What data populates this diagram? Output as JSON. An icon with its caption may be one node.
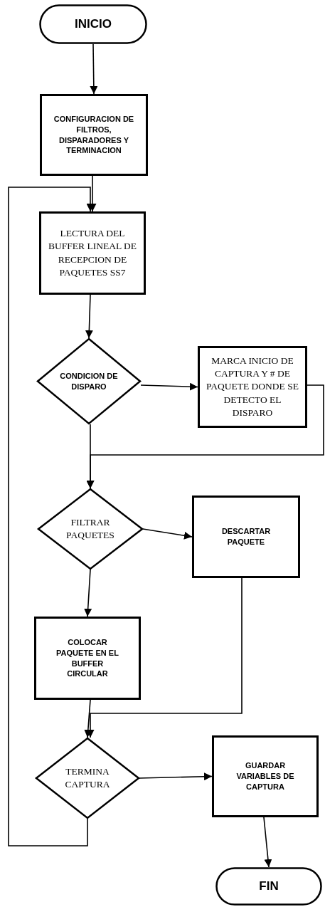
{
  "diagram": {
    "nodes": [
      {
        "text": [
          "INICIO"
        ]
      },
      {
        "text": [
          "CONFIGURACION DE FILTROS, DISPARADORES Y TERMINACION"
        ]
      },
      {
        "text": [
          "LECTURA DEL BUFFER LINEAL DE RECEPCION DE PAQUETES SS7"
        ]
      },
      {
        "text": [
          "CONDICION DE DISPARO"
        ]
      },
      {
        "text": [
          "MARCA INICIO DE CAPTURA Y # DE PAQUETE DONDE SE DETECTO EL DISPARO"
        ]
      },
      {
        "text": [
          "FILTRAR PAQUETES"
        ]
      },
      {
        "text": [
          "DESCARTAR PAQUETE"
        ]
      },
      {
        "text": [
          "COLOCAR PAQUETE EN EL BUFFER CIRCULAR"
        ]
      },
      {
        "text": [
          "TERMINA CAPTURA"
        ]
      },
      {
        "text": [
          "GUARDAR VARIABLES DE CAPTURA"
        ]
      },
      {
        "text": [
          "FIN"
        ]
      }
    ],
    "edges": [
      {
        "from": 0,
        "to": 1,
        "arrow": "to"
      },
      {
        "from": 1,
        "to": 2,
        "arrow": "to"
      },
      {
        "from": 2,
        "to": 3,
        "arrow": "to"
      },
      {
        "from": 3,
        "to": 4,
        "arrow": "to"
      },
      {
        "from": 4,
        "to": 5,
        "arrow": "to"
      },
      {
        "from": 3,
        "to": 5,
        "arrow": "to"
      },
      {
        "from": 5,
        "to": 6,
        "arrow": "to"
      },
      {
        "from": 5,
        "to": 7,
        "arrow": "to"
      },
      {
        "from": 6,
        "to": 8,
        "arrow": "to"
      },
      {
        "from": 7,
        "to": 8,
        "arrow": "to"
      },
      {
        "from": 8,
        "to": 9,
        "arrow": "to"
      },
      {
        "from": 9,
        "to": 10,
        "arrow": "to"
      },
      {
        "from": 8,
        "to": 2,
        "arrow": "to"
      }
    ]
  }
}
